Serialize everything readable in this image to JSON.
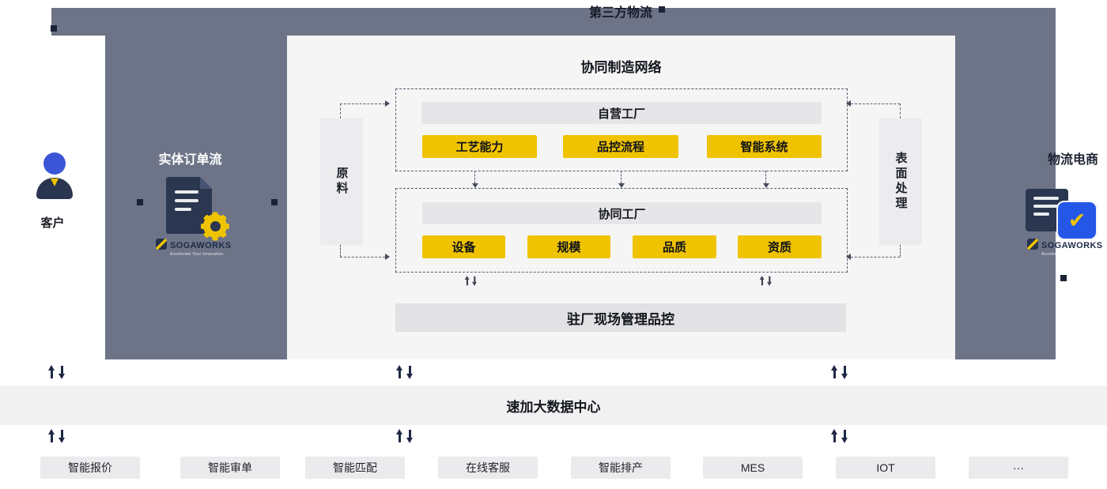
{
  "colors": {
    "slate": "#6d7487",
    "yellow": "#f0c301",
    "navy": "#26334f",
    "blue": "#2456e8",
    "panel_gray": "#f5f5f6"
  },
  "icons": {
    "check": "✔"
  },
  "top": {
    "label": "第三方物流"
  },
  "customer": {
    "label": "客户"
  },
  "order_flow": {
    "label": "实体订单流"
  },
  "brand": {
    "name": "SOGAWORKS",
    "tagline": "Accelerate Your Innovation"
  },
  "network": {
    "title": "协同制造网络",
    "raw_material": "原料",
    "surface_finish": "表面处理",
    "own_factory": {
      "title": "自营工厂",
      "capabilities": [
        "工艺能力",
        "品控流程",
        "智能系统"
      ]
    },
    "partner_factory": {
      "title": "协同工厂",
      "capabilities": [
        "设备",
        "规模",
        "品质",
        "资质"
      ]
    },
    "onsite_qc": "驻厂现场管理品控"
  },
  "logistics": {
    "label": "物流电商"
  },
  "data_center": {
    "label": "速加大数据中心"
  },
  "modules": [
    "智能报价",
    "智能审单",
    "智能匹配",
    "在线客服",
    "智能排产",
    "MES",
    "IOT",
    "···"
  ]
}
